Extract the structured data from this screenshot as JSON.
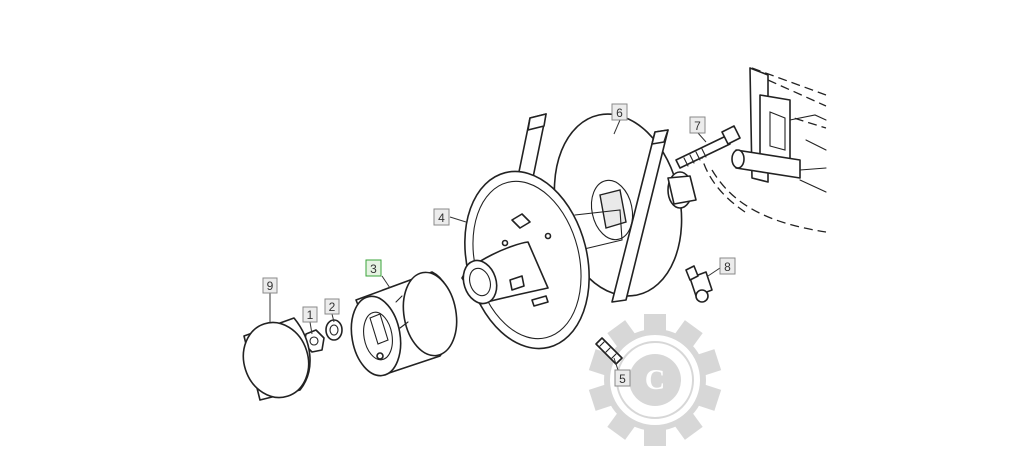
{
  "callouts": {
    "c1": "1",
    "c2": "2",
    "c3": "3",
    "c4": "4",
    "c5": "5",
    "c6": "6",
    "c7": "7",
    "c8": "8",
    "c9": "9"
  },
  "watermark": {
    "letter": "C"
  },
  "colors": {
    "callout_border": "#8a8a8a",
    "callout_fill": "#ececec",
    "highlight_border": "#3aa33a",
    "highlight_fill": "#e6f3e2",
    "watermark": "#b8b8b8"
  }
}
